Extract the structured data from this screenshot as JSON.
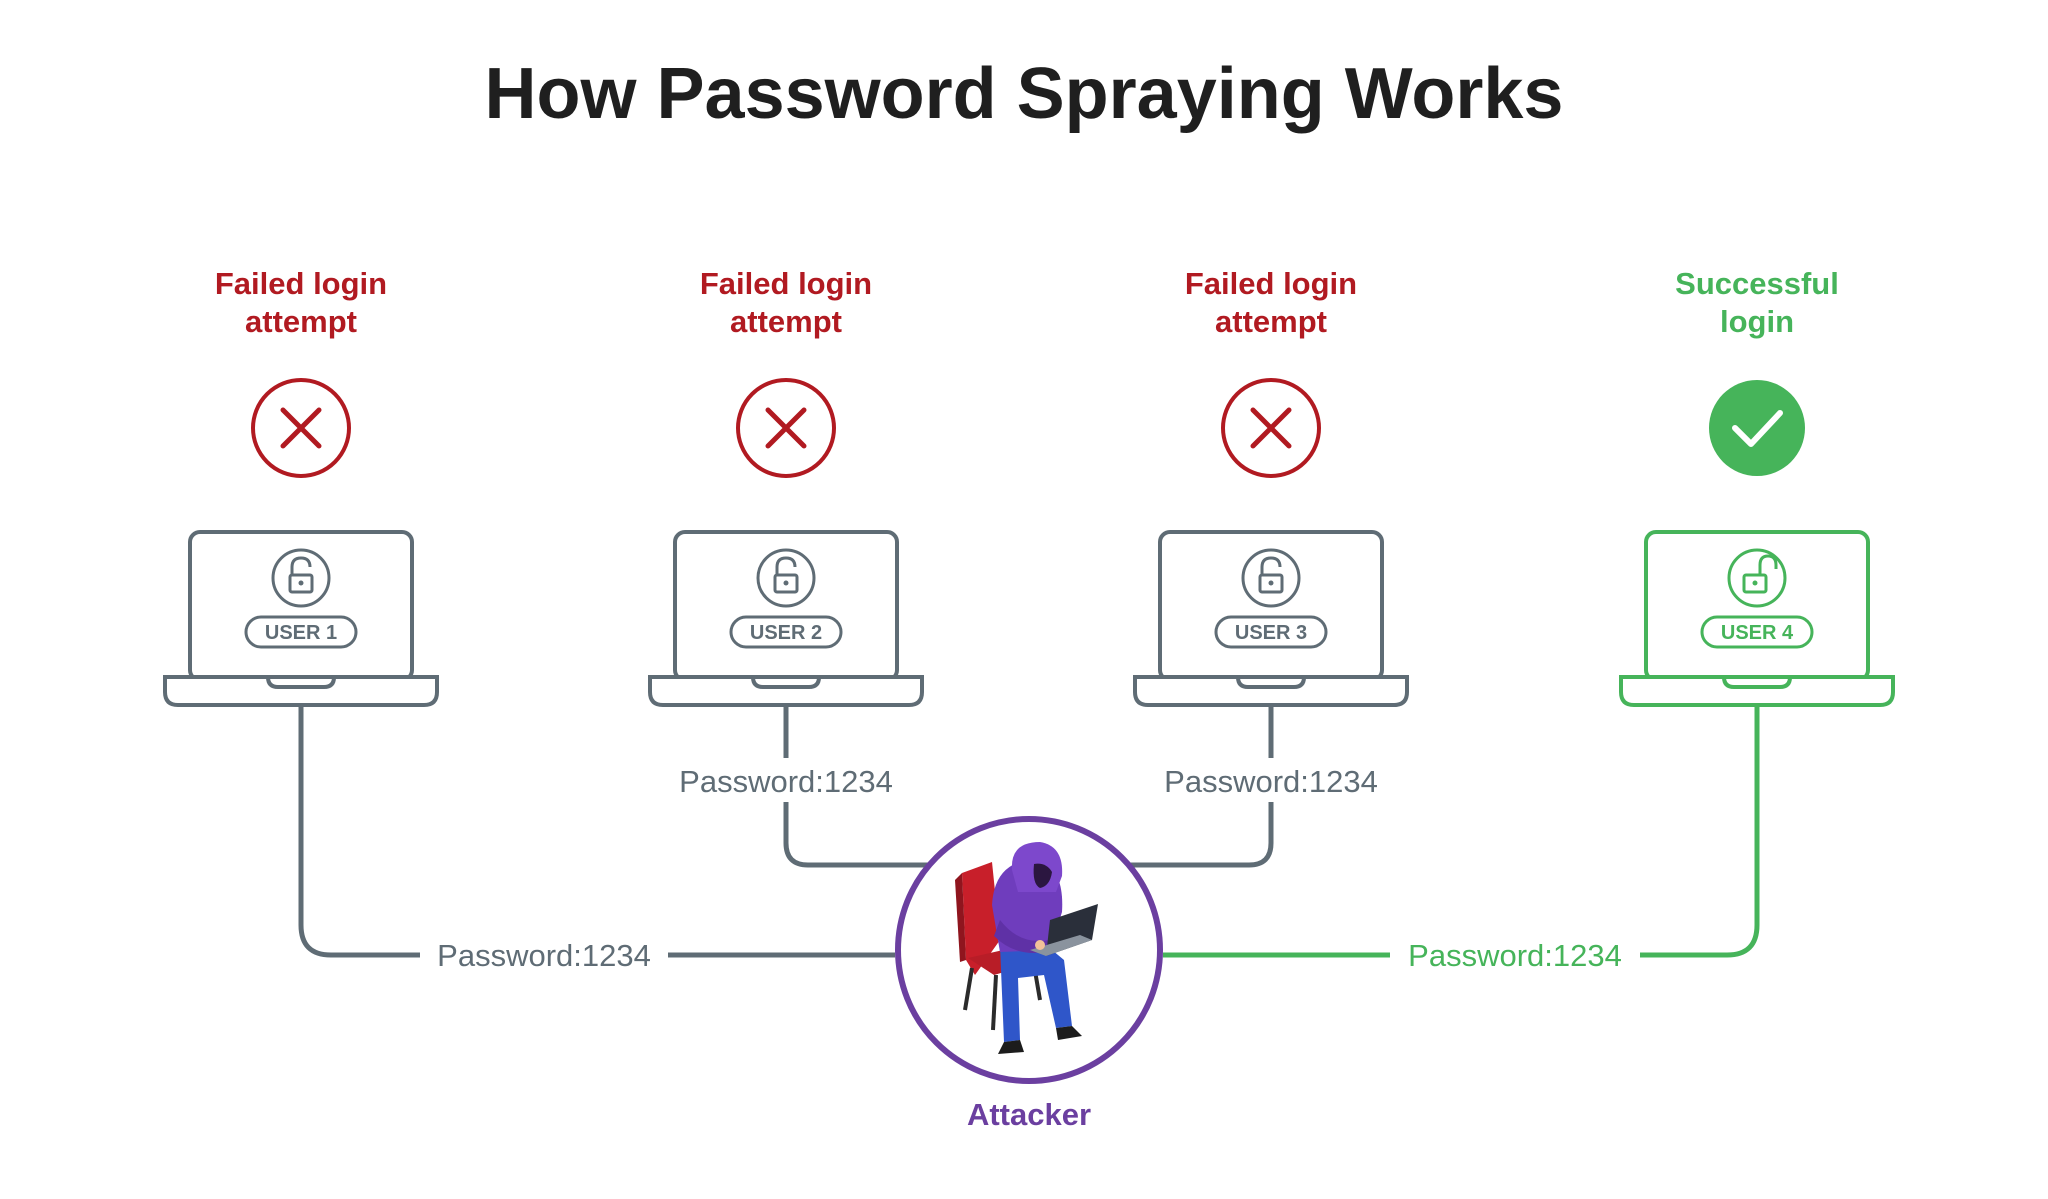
{
  "title": "How Password Spraying Works",
  "colors": {
    "fail": "#b11a21",
    "success": "#46b45a",
    "line_gray": "#5f6c75",
    "attacker": "#6b3fa0"
  },
  "users": [
    {
      "label": "USER 1",
      "status_line1": "Failed login",
      "status_line2": "attempt",
      "status": "failed",
      "icon": "x-circle-icon",
      "password_label": "Password:1234"
    },
    {
      "label": "USER 2",
      "status_line1": "Failed login",
      "status_line2": "attempt",
      "status": "failed",
      "icon": "x-circle-icon",
      "password_label": "Password:1234"
    },
    {
      "label": "USER 3",
      "status_line1": "Failed login",
      "status_line2": "attempt",
      "status": "failed",
      "icon": "x-circle-icon",
      "password_label": "Password:1234"
    },
    {
      "label": "USER 4",
      "status_line1": "Successful",
      "status_line2": "login",
      "status": "success",
      "icon": "check-circle-icon",
      "password_label": "Password:1234"
    }
  ],
  "attacker": {
    "label": "Attacker",
    "icon": "hooded-hacker-icon"
  }
}
